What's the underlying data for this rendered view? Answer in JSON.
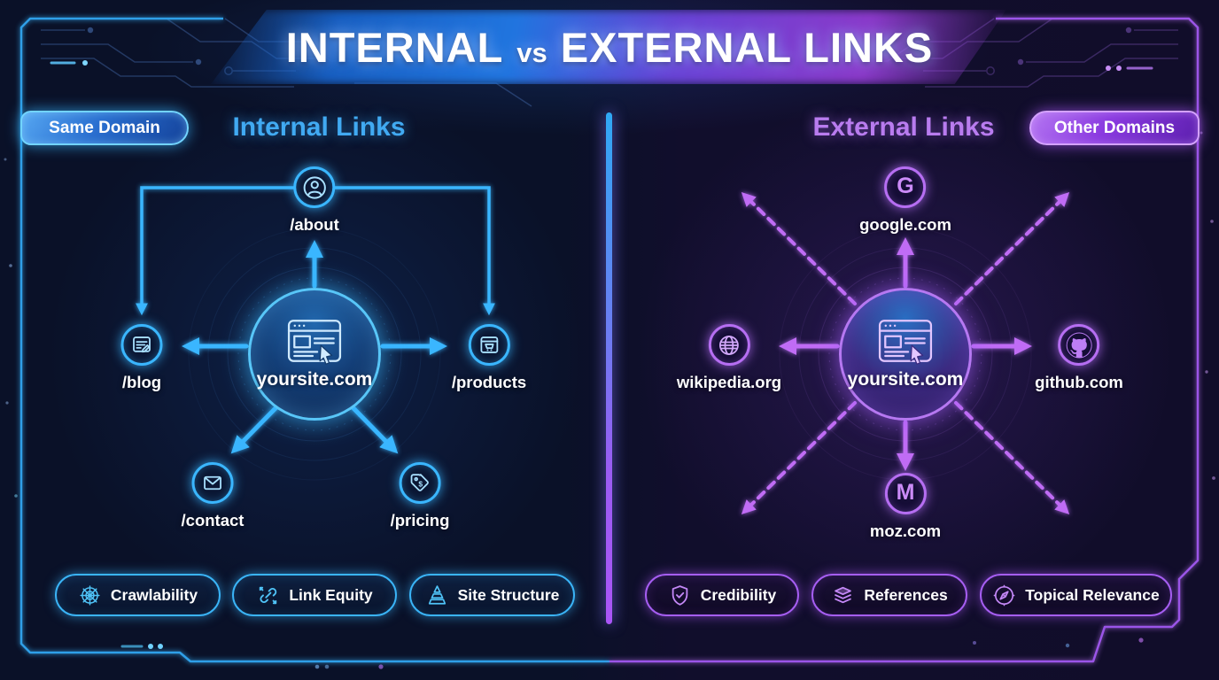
{
  "title": {
    "word_left": "INTERNAL",
    "word_vs": "vs",
    "word_right": "EXTERNAL LINKS"
  },
  "left_panel": {
    "badge": "Same Domain",
    "heading": "Internal Links",
    "center": {
      "label": "yoursite.com",
      "icon": "browser-cursor-icon"
    },
    "nodes": [
      {
        "label": "/about",
        "icon": "user-icon"
      },
      {
        "label": "/blog",
        "icon": "blog-post-icon"
      },
      {
        "label": "/products",
        "icon": "browser-cart-icon"
      },
      {
        "label": "/contact",
        "icon": "envelope-icon"
      },
      {
        "label": "/pricing",
        "icon": "price-tag-icon",
        "icon_symbol": "$"
      }
    ],
    "features": [
      {
        "label": "Crawlability",
        "icon": "spider-web-icon"
      },
      {
        "label": "Link Equity",
        "icon": "chain-link-icon"
      },
      {
        "label": "Site Structure",
        "icon": "pyramid-icon"
      }
    ]
  },
  "right_panel": {
    "badge": "Other Domains",
    "heading": "External Links",
    "center": {
      "label": "yoursite.com",
      "icon": "browser-cursor-icon"
    },
    "nodes": [
      {
        "label": "google.com",
        "icon": "google-g-icon",
        "icon_letter": "G"
      },
      {
        "label": "wikipedia.org",
        "icon": "globe-icon"
      },
      {
        "label": "github.com",
        "icon": "github-icon"
      },
      {
        "label": "moz.com",
        "icon": "moz-m-icon",
        "icon_letter": "M"
      }
    ],
    "features": [
      {
        "label": "Credibility",
        "icon": "shield-check-icon"
      },
      {
        "label": "References",
        "icon": "stack-icon"
      },
      {
        "label": "Topical Relevance",
        "icon": "compass-icon"
      }
    ]
  },
  "colors": {
    "cyan_accent": "#38b6ff",
    "purple_accent": "#b66ef2",
    "heading_cyan": "#41aaf2",
    "heading_purple": "#b97cef",
    "text_white": "#ffffff",
    "background_navy": "#0a1128"
  }
}
